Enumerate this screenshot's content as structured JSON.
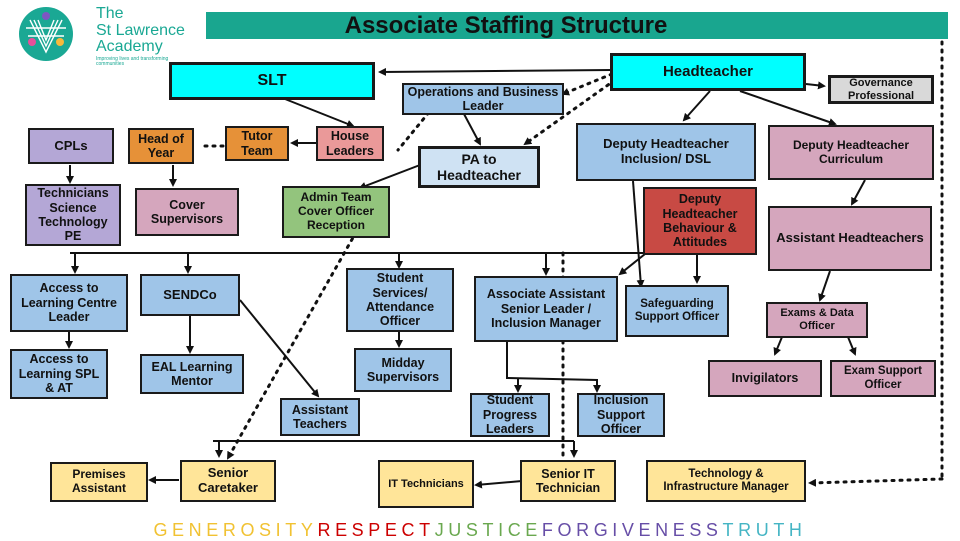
{
  "header": {
    "title": "Associate Staffing Structure",
    "logo_line1": "The",
    "logo_line2": "St Lawrence",
    "logo_line3": "Academy",
    "logo_tagline": "Improving lives and transforming communities"
  },
  "nodes": {
    "slt": "SLT",
    "headteacher": "Headteacher",
    "governance": "Governance Professional",
    "operations": "Operations and Business Leader",
    "cpls": "CPLs",
    "head_of_year": "Head of Year",
    "tutor_team": "Tutor Team",
    "house_leaders": "House Leaders",
    "pa": "PA to Headteacher",
    "dht_inclusion": "Deputy Headteacher Inclusion/ DSL",
    "dht_curriculum": "Deputy Headteacher Curriculum",
    "technicians": "Technicians Science Technology PE",
    "cover_supervisors": "Cover Supervisors",
    "admin_team": "Admin Team Cover Officer Reception",
    "dht_behaviour": "Deputy Headteacher Behaviour & Attitudes",
    "assistant_heads": "Assistant Headteachers",
    "access_centre": "Access to Learning Centre Leader",
    "sendco": "SENDCo",
    "student_services": "Student Services/ Attendance Officer",
    "associate_asl": "Associate Assistant Senior Leader / Inclusion Manager",
    "safeguarding": "Safeguarding Support Officer",
    "exams_data": "Exams & Data Officer",
    "access_spl": "Access to Learning SPL & AT",
    "eal": "EAL Learning Mentor",
    "midday": "Midday Supervisors",
    "invigilators": "Invigilators",
    "exam_support": "Exam Support Officer",
    "assistant_teachers": "Assistant Teachers",
    "student_progress": "Student Progress Leaders",
    "inclusion_support": "Inclusion Support Officer",
    "premises": "Premises Assistant",
    "senior_caretaker": "Senior Caretaker",
    "it_technicians": "IT Technicians",
    "senior_it": "Senior IT Technician",
    "tech_infra": "Technology & Infrastructure Manager"
  },
  "values": [
    {
      "word": "GENEROSITY",
      "color": "#f1c232"
    },
    {
      "word": "RESPECT",
      "color": "#cc0000"
    },
    {
      "word": "JUSTICE",
      "color": "#6aa84f"
    },
    {
      "word": "FORGIVENESS",
      "color": "#674ea7"
    },
    {
      "word": "TRUTH",
      "color": "#45b5c4"
    }
  ],
  "colors": {
    "teal": "#19a68f",
    "blue": "#9fc5e8",
    "purple": "#b4a7d6",
    "pink": "#d5a6bd",
    "orange": "#e69138",
    "green": "#93c47d",
    "yellow": "#ffe599",
    "red": "#c84a44",
    "cyan": "#00ffff"
  }
}
